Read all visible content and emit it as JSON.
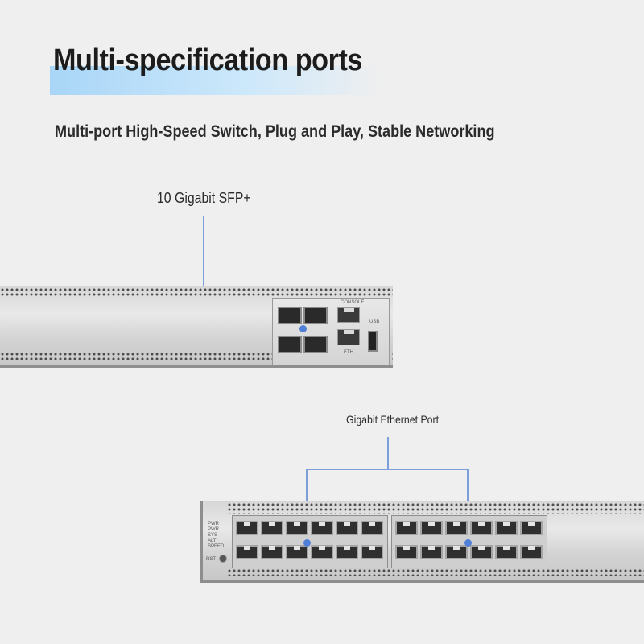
{
  "header": {
    "title": "Multi-specification ports",
    "subtitle": "Multi-port High-Speed Switch, Plug and Play, Stable Networking"
  },
  "callouts": {
    "sfp_label": "10 Gigabit SFP+",
    "ethernet_label": "Gigabit Ethernet Port"
  },
  "device_top": {
    "console_label": "CONSOLE",
    "eth_label": "ETH",
    "usb_label": "USB"
  },
  "device_bottom": {
    "led_labels": [
      "PWR",
      "PWR",
      "SYS",
      "ALT",
      "SPEED"
    ],
    "reset_label": "RST"
  },
  "colors": {
    "accent_bar": "#a9d6f7",
    "callout_line": "#7d9fd9",
    "callout_dot": "#4f7fd6"
  }
}
